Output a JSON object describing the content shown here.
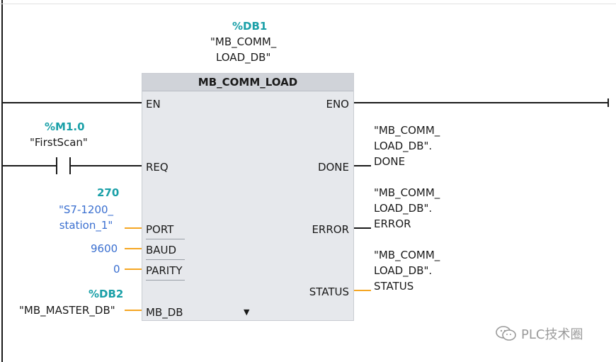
{
  "block": {
    "instance_address": "%DB1",
    "instance_name": "\"MB_COMM_\nLOAD_DB\"",
    "title": "MB_COMM_LOAD",
    "expand_glyph": "▼"
  },
  "inputs": {
    "en": "EN",
    "req": "REQ",
    "port": "PORT",
    "baud": "BAUD",
    "parity": "PARITY",
    "mb_db": "MB_DB"
  },
  "outputs": {
    "eno": "ENO",
    "done": "DONE",
    "error": "ERROR",
    "status": "STATUS"
  },
  "contact": {
    "address": "%M1.0",
    "name": "\"FirstScan\""
  },
  "port_param": {
    "value": "270",
    "name": "\"S7-1200_\nstation_1\""
  },
  "baud_param": {
    "value": "9600"
  },
  "parity_param": {
    "value": "0"
  },
  "mbdb_param": {
    "address": "%DB2",
    "name": "\"MB_MASTER_DB\""
  },
  "done_tag": "\"MB_COMM_\nLOAD_DB\".\nDONE",
  "error_tag": "\"MB_COMM_\nLOAD_DB\".\nERROR",
  "status_tag": "\"MB_COMM_\nLOAD_DB\".\nSTATUS",
  "watermark": {
    "text": "PLC技术圈",
    "icon": "wechat-icon"
  },
  "colors": {
    "teal": "#1aa0a8",
    "blue": "#3a6fd0",
    "orange_wire": "#f5a623",
    "block_bg": "#e6e8ec"
  }
}
